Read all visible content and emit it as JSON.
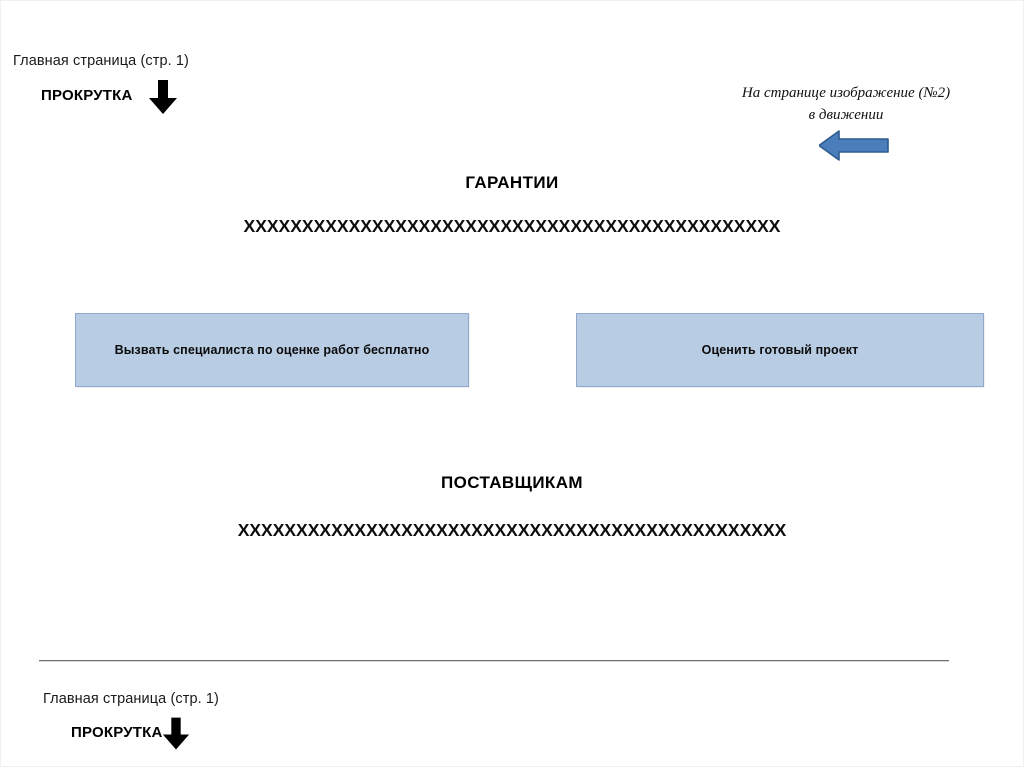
{
  "slide": {
    "background_color": "#ffffff",
    "accent_blue_fill": "#b8cce4",
    "accent_blue_border": "#8faaca",
    "arrow_blue_fill": "#4a7ebb",
    "arrow_blue_border": "#2e5b8f",
    "arrow_black": "#000000"
  },
  "top": {
    "page_label": "Главная страница (стр. 1)",
    "scroll_word": "ПРОКРУТКА",
    "down_arrow_icon": "arrow-down-icon"
  },
  "annotation": {
    "line1": "На странице изображение (№2)",
    "line2": "в движении",
    "left_arrow_icon": "arrow-left-icon"
  },
  "sections": [
    {
      "heading": "ГАРАНТИИ",
      "filler": "XXXXXXXXXXXXXXXXXXXXXXXXXXXXXXXXXXXXXXXXXXXXXX"
    },
    {
      "heading": "ПОСТАВЩИКАМ",
      "filler": "XXXXXXXXXXXXXXXXXXXXXXXXXXXXXXXXXXXXXXXXXXXXXXX"
    }
  ],
  "buttons": [
    {
      "label": "Вызвать специалиста по оценке работ бесплатно",
      "position": "left"
    },
    {
      "label": "Оценить готовый проект",
      "position": "right"
    }
  ],
  "bottom": {
    "page_label": "Главная страница (стр. 1)",
    "scroll_word": "ПРОКРУТКА",
    "down_arrow_icon": "arrow-down-icon",
    "divider": "horizontal-rule"
  }
}
